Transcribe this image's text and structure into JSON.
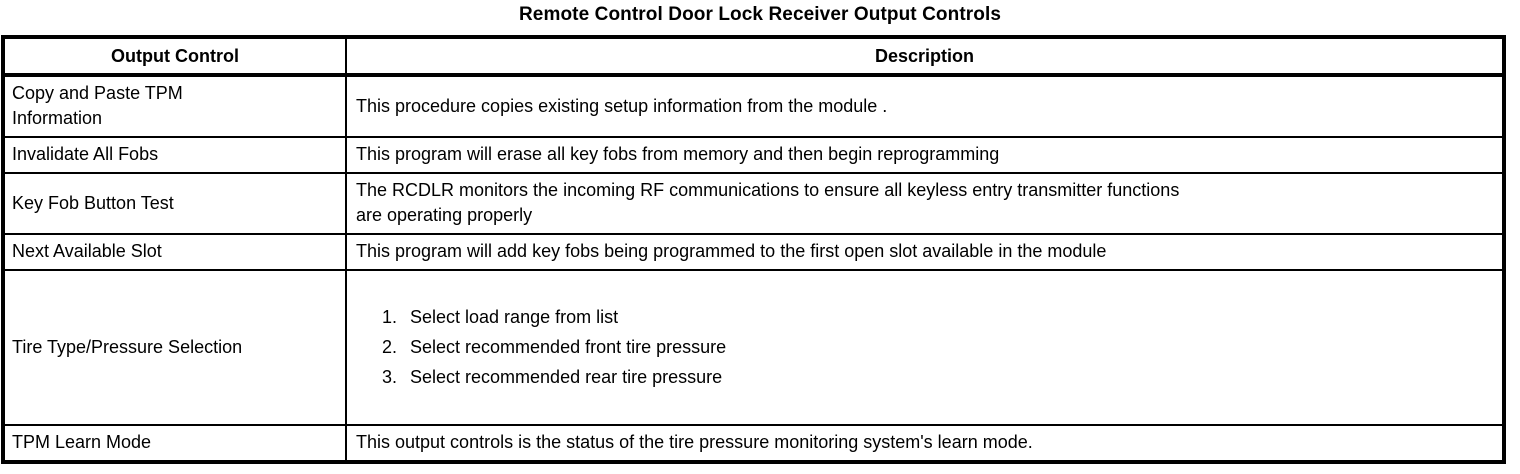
{
  "document": {
    "title": "Remote Control Door Lock Receiver Output Controls"
  },
  "table": {
    "headers": {
      "output_control": "Output Control",
      "description": "Description"
    },
    "rows": [
      {
        "name": "Copy and Paste TPM\nInformation",
        "description": "This procedure copies existing setup information from the module ."
      },
      {
        "name": "Invalidate All Fobs",
        "description": "This program will erase all key fobs from memory and then begin reprogramming"
      },
      {
        "name": "Key Fob Button Test",
        "description": "The RCDLR monitors the incoming RF communications to ensure all keyless entry transmitter functions\nare operating properly"
      },
      {
        "name": "Next Available Slot",
        "description": "This program will add key fobs being programmed to the first open slot available in the module"
      },
      {
        "name": "Tire Type/Pressure Selection",
        "steps": [
          "Select load range from list",
          "Select recommended front tire pressure",
          "Select recommended rear tire pressure"
        ]
      },
      {
        "name": "TPM Learn Mode",
        "description": "This output controls is the status of the tire pressure monitoring system's learn mode."
      }
    ]
  },
  "colors": {
    "background": "#ffffff",
    "text": "#000000",
    "border": "#000000"
  }
}
